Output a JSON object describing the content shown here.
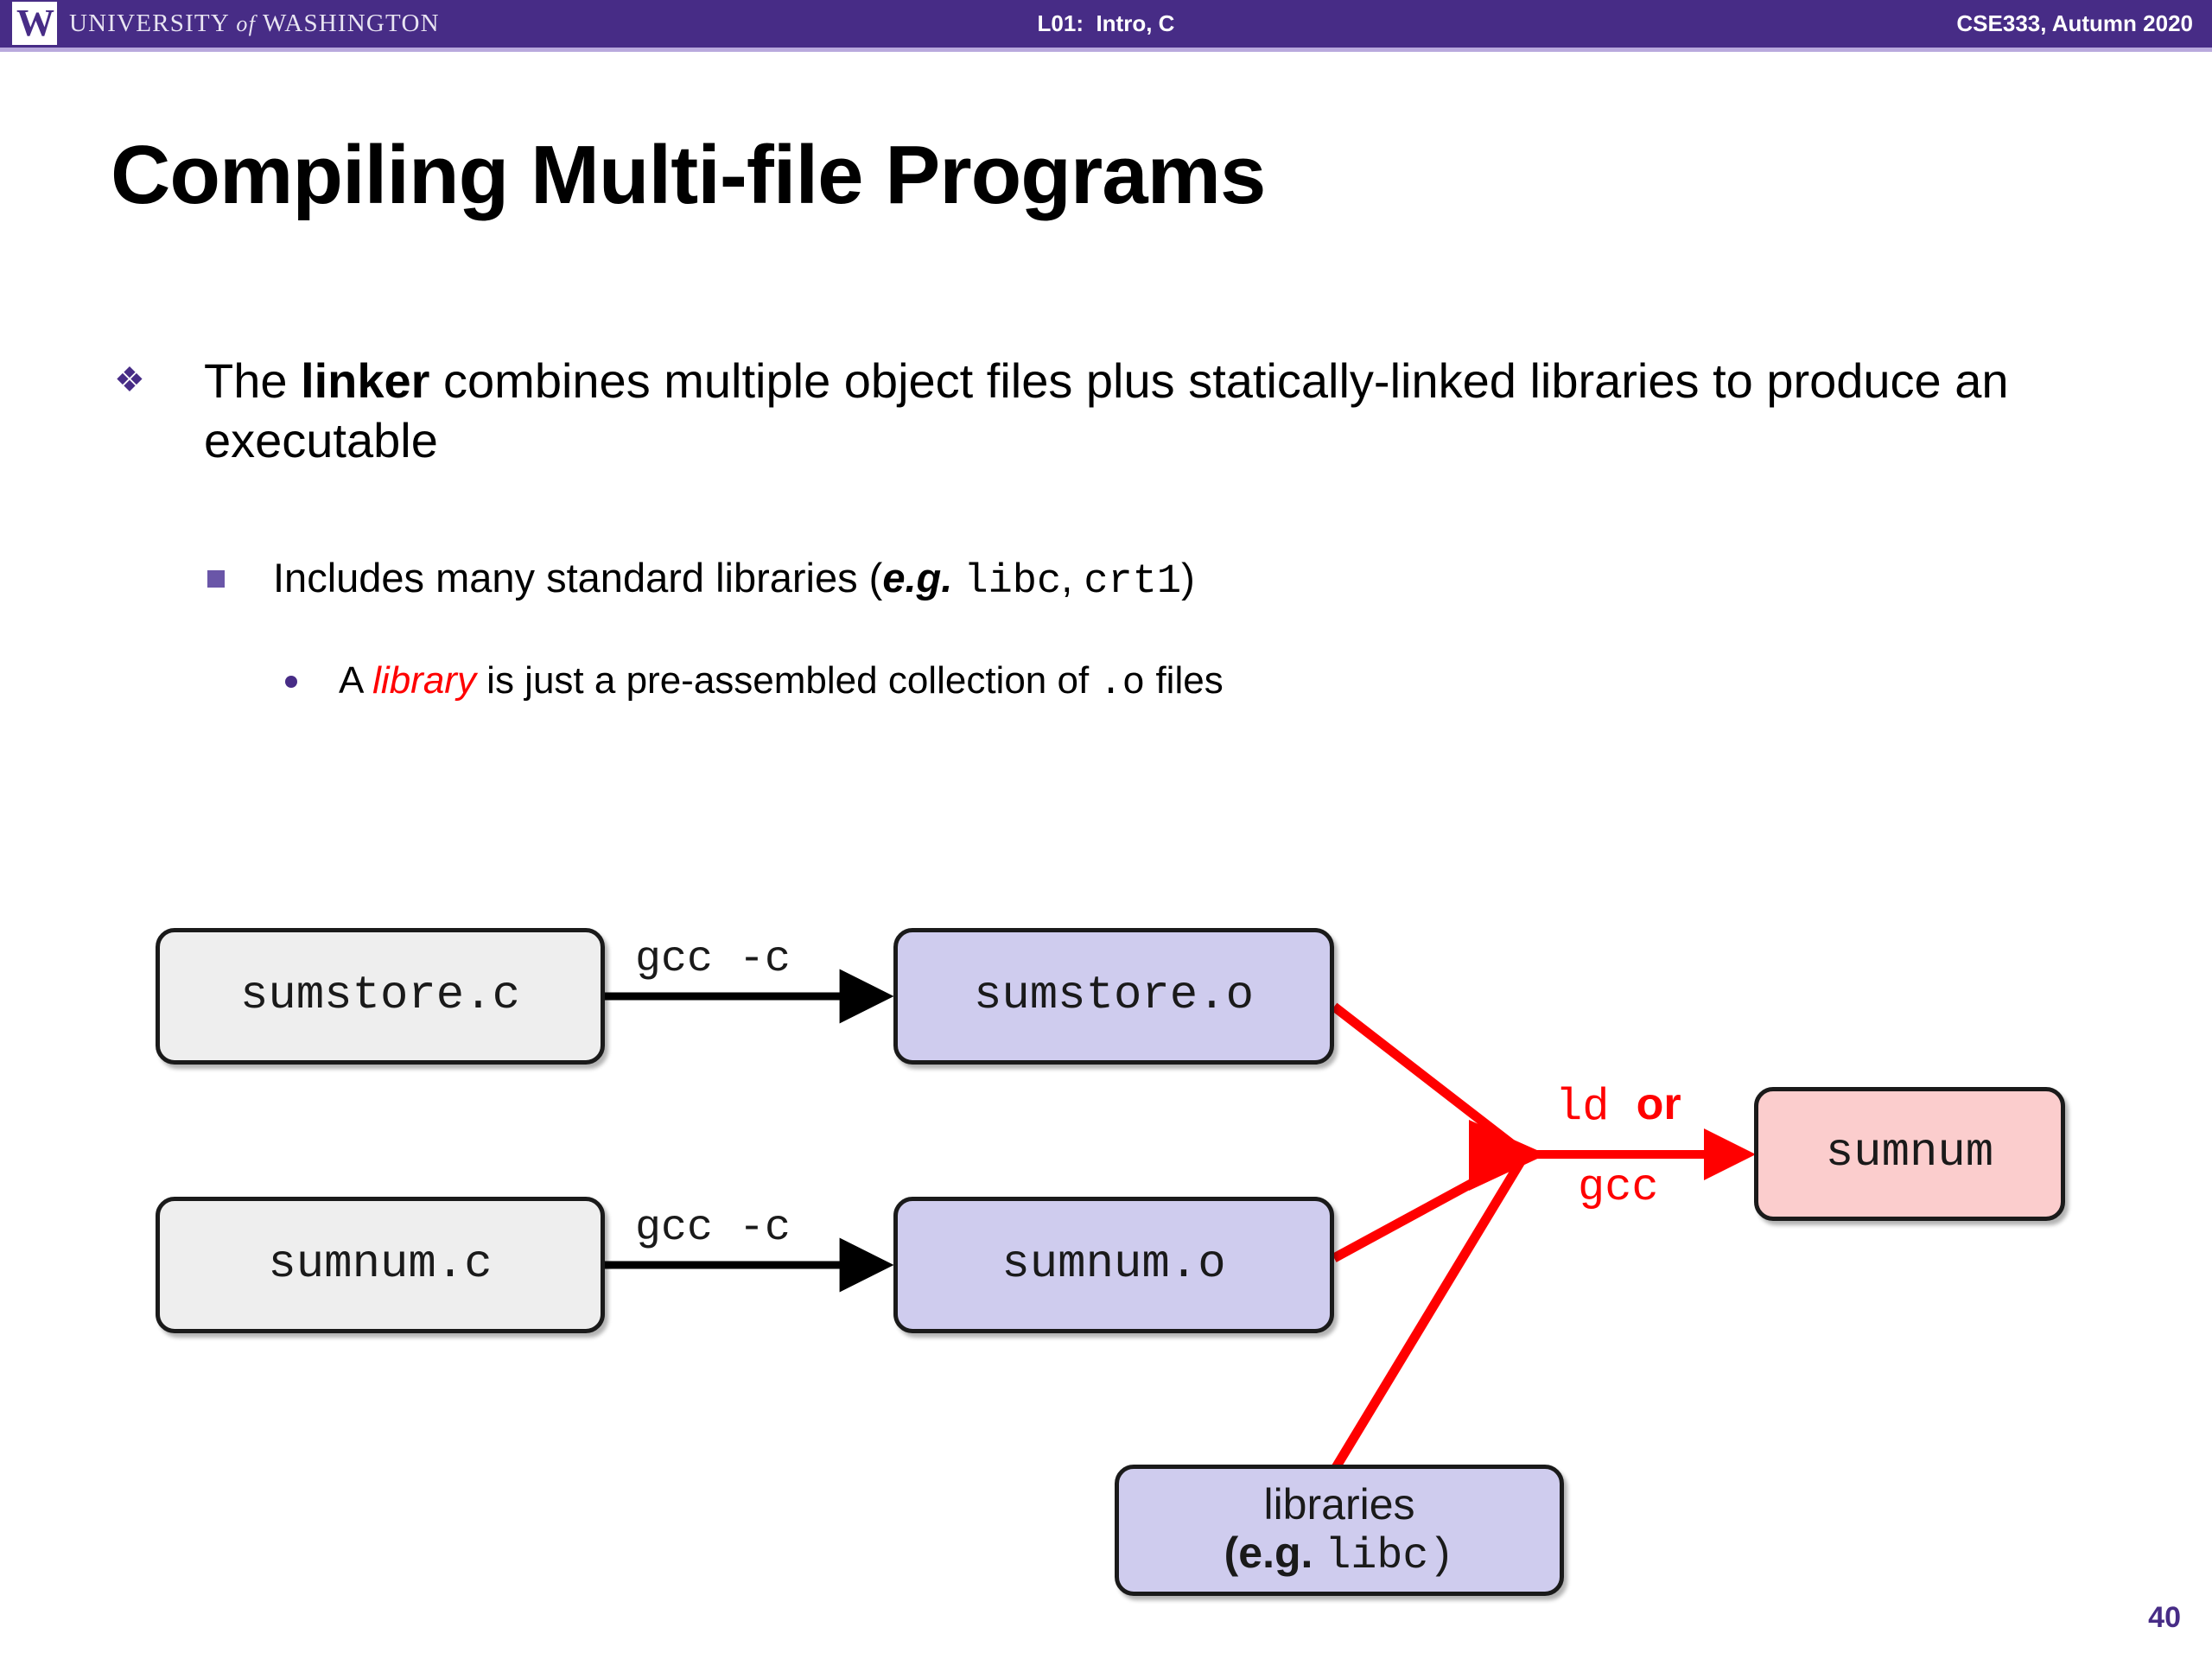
{
  "header": {
    "logo_mark": "W",
    "logo_icon": "uw-w-logo-icon",
    "wordmark_pre": "UNIVERSITY",
    "wordmark_of": "of",
    "wordmark_post": "WASHINGTON",
    "lecture_title": "L01:  Intro, C",
    "course_term": "CSE333, Autumn 2020",
    "band_color": "#472c86",
    "underline_color": "#b9a9dd"
  },
  "slide": {
    "title": "Compiling Multi-file Programs",
    "page_number": "40",
    "page_number_color": "#472c86"
  },
  "bullets": {
    "level1": {
      "marker": "diamond-cluster-bullet-icon",
      "marker_glyph": "❖",
      "marker_color": "#472c86",
      "text_a": "The ",
      "text_bold": "linker",
      "text_b": " combines multiple object files plus statically-linked libraries to produce an executable"
    },
    "level2": {
      "marker": "square-bullet-icon",
      "marker_color": "#6a56a8",
      "text_a": "Includes many standard libraries (",
      "text_eg": "e.g.",
      "text_b": " ",
      "code_libc": "libc",
      "text_c": ", ",
      "code_crt1": "crt1",
      "text_d": ")"
    },
    "level3": {
      "marker": "round-bullet-icon",
      "marker_color": "#472c86",
      "text_a": "A ",
      "text_emph": "library",
      "emph_color": "#ff0000",
      "text_b": " is just a pre-assembled collection of ",
      "code_o": ".o",
      "text_c": " files"
    }
  },
  "diagram": {
    "nodes": [
      {
        "id": "sumstore-c",
        "label": "sumstore.c",
        "fill": "#eeeeee",
        "kind": "source"
      },
      {
        "id": "sumstore-o",
        "label": "sumstore.o",
        "fill": "#cfccee",
        "kind": "object"
      },
      {
        "id": "sumnum-c",
        "label": "sumnum.c",
        "fill": "#eeeeee",
        "kind": "source"
      },
      {
        "id": "sumnum-o",
        "label": "sumnum.o",
        "fill": "#cfccee",
        "kind": "object"
      },
      {
        "id": "sumnum-exe",
        "label": "sumnum",
        "fill": "#fbcdcd",
        "kind": "executable"
      },
      {
        "id": "libraries",
        "label_line1": "libraries",
        "label_line2_eg": "(e.g. ",
        "label_line2_code": "libc)",
        "fill": "#cfccee",
        "kind": "libraries"
      }
    ],
    "edges": {
      "compile_label_1": "gcc -c",
      "compile_label_2": "gcc -c",
      "link_label_ld": "ld ",
      "link_label_or": "or",
      "link_label_gcc": "gcc",
      "compile_arrow_color": "#000000",
      "link_arrow_color": "#ff0000"
    }
  }
}
